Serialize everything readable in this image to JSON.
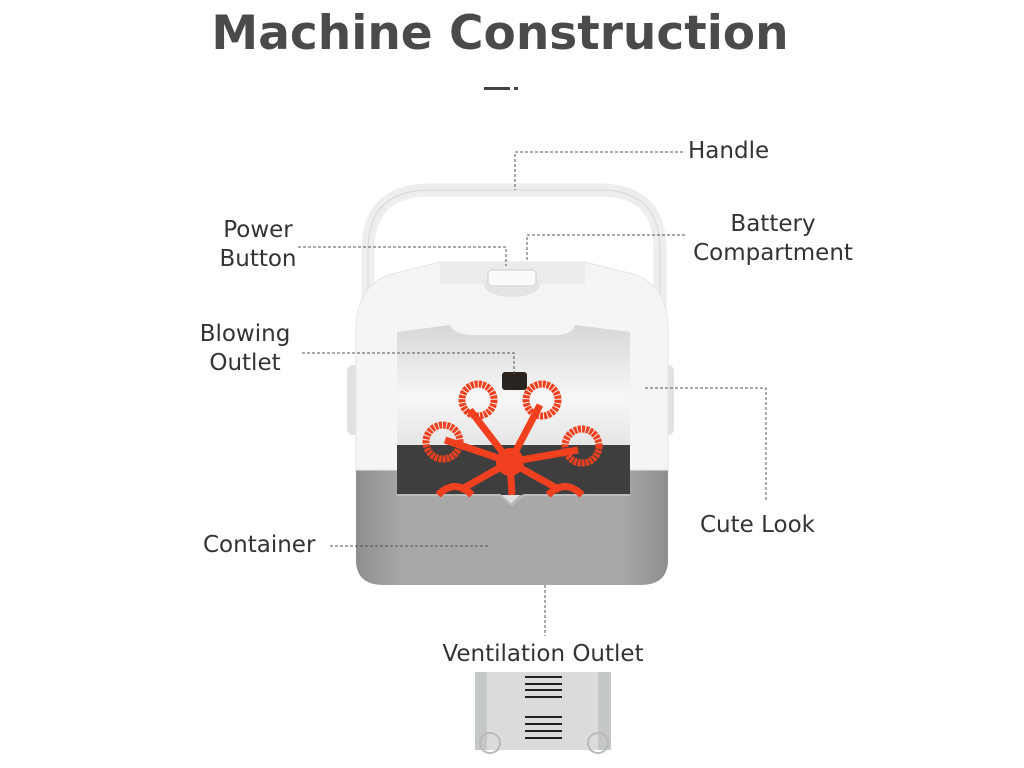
{
  "title": "Machine Construction",
  "labels": {
    "handle": "Handle",
    "power_button_1": "Power",
    "power_button_2": "Button",
    "battery_1": "Battery",
    "battery_2": "Compartment",
    "blowing_1": "Blowing",
    "blowing_2": "Outlet",
    "cute_look": "Cute Look",
    "container": "Container",
    "ventilation": "Ventilation Outlet"
  },
  "colors": {
    "wand": "#f0401f",
    "container": "#a3a3a3",
    "body": "#f4f4f4"
  }
}
